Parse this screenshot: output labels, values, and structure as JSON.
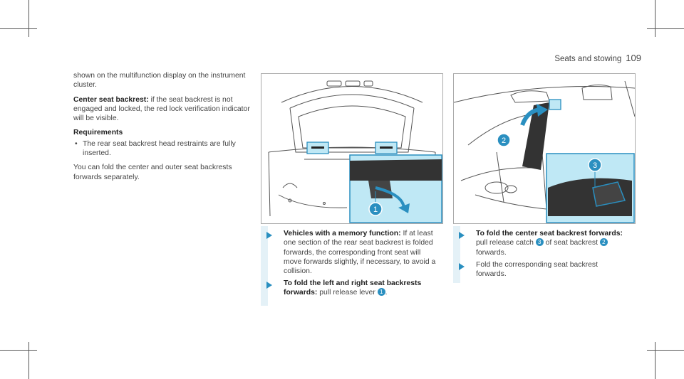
{
  "header": {
    "section": "Seats and stowing",
    "page": "109"
  },
  "intro_text": "shown on the multifunction display on the instrument cluster.",
  "center_backrest": {
    "label": "Center seat backrest:",
    "text": " if the seat backrest is not engaged and locked, the red lock verification indicator will be visible."
  },
  "requirements": {
    "heading": "Requirements",
    "bullet": "The rear seat backrest head restraints are fully inserted."
  },
  "fold_info": "You can fold the center and outer seat backrests forwards separately.",
  "figure1": {
    "callout": "1"
  },
  "figure2": {
    "callout_a": "2",
    "callout_b": "3"
  },
  "steps_left": [
    {
      "label": "Vehicles with a memory function:",
      "text": " If at least one section of the rear seat backrest is folded forwards, the corresponding front seat will move forwards slightly, if necessary, to avoid a collision."
    },
    {
      "label": "To fold the left and right seat backrests forwards:",
      "text": " pull release lever ",
      "num": "1",
      "end": "."
    }
  ],
  "steps_right": [
    {
      "label": "To fold the center seat backrest forwards:",
      "text": " pull release catch ",
      "num": "3",
      "mid": " of seat backrest ",
      "num2": "2",
      "end": " forwards."
    },
    {
      "text": "Fold the corresponding seat backrest forwards."
    }
  ],
  "colors": {
    "accent": "#2a8fc0",
    "inset_bg": "#bfe8f5",
    "step_bar": "#e4f1f7"
  }
}
